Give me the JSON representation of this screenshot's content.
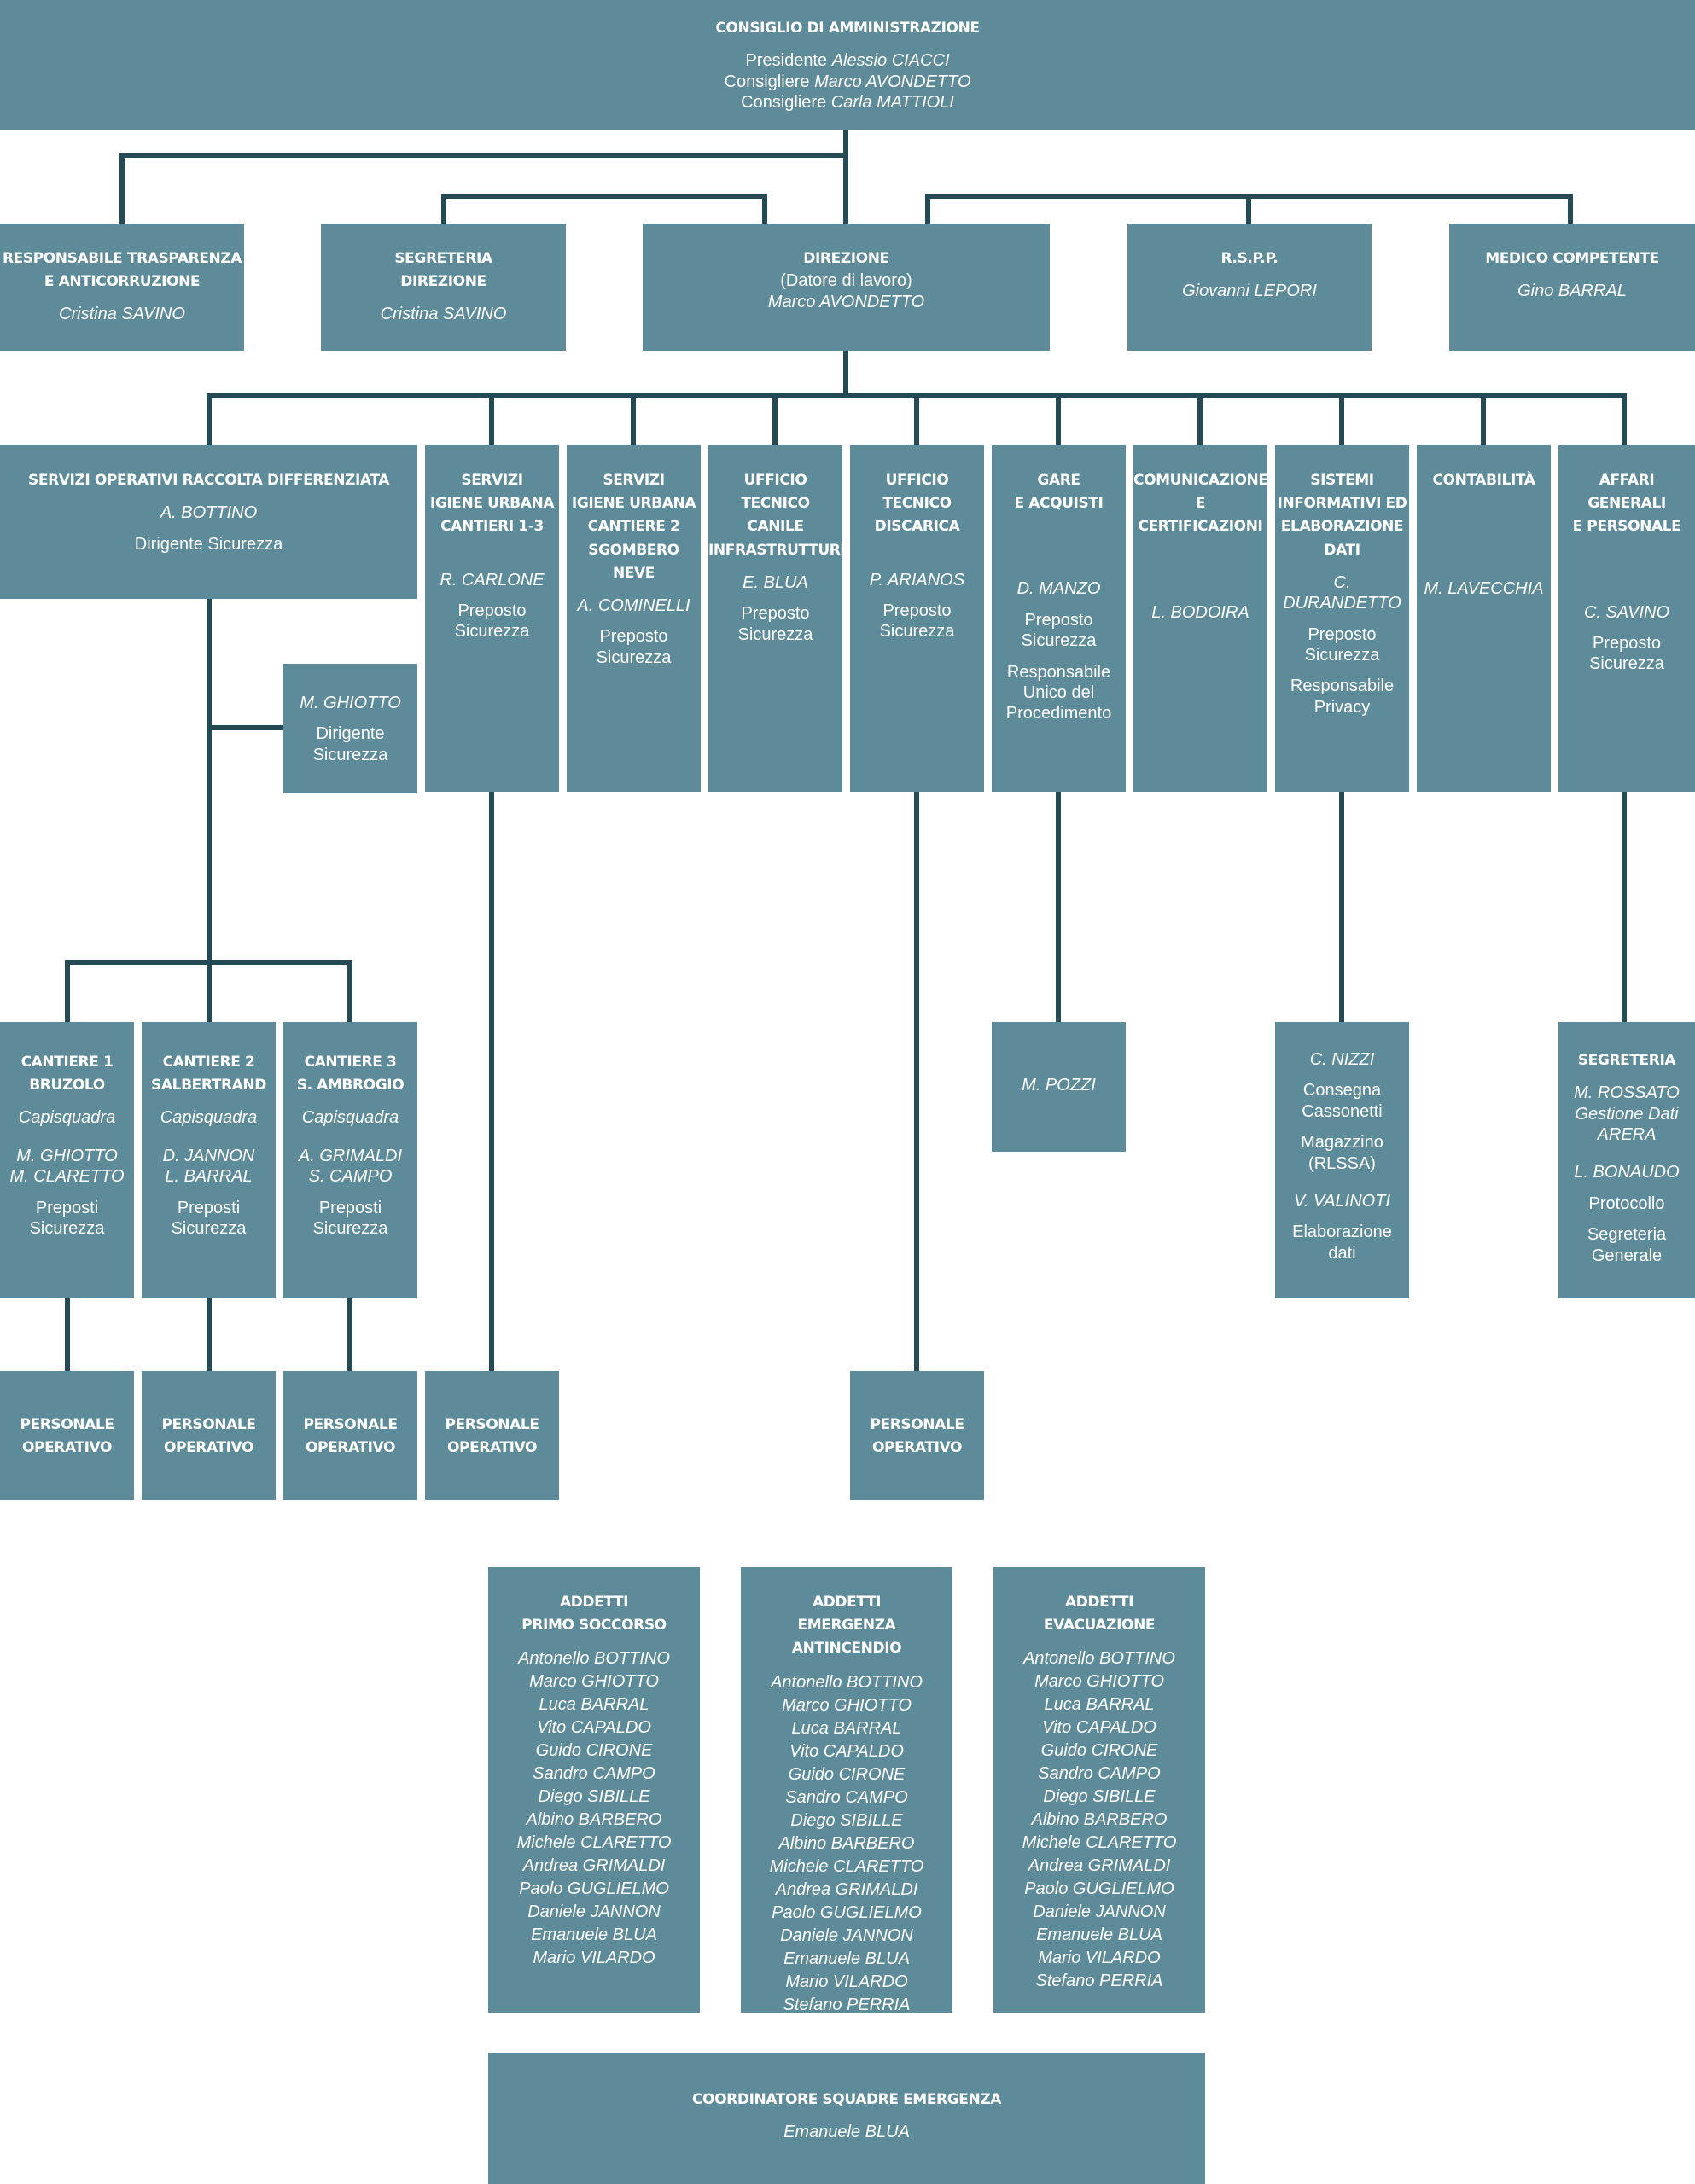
{
  "board": {
    "title": "CONSIGLIO DI AMMINISTRAZIONE",
    "members": [
      {
        "role": "Presidente",
        "name": "Alessio CIACCI"
      },
      {
        "role": "Consigliere",
        "name": "Marco AVONDETTO"
      },
      {
        "role": "Consigliere",
        "name": "Carla MATTIOLI"
      }
    ]
  },
  "staff": {
    "trasparenza": {
      "title": "RESPONSABILE TRASPARENZA\nE ANTICORRUZIONE",
      "name": "Cristina SAVINO"
    },
    "segreteria": {
      "title": "SEGRETERIA\nDIREZIONE",
      "name": "Cristina SAVINO"
    },
    "direzione": {
      "title": "DIREZIONE",
      "subtitle": "(Datore di lavoro)",
      "name": "Marco AVONDETTO"
    },
    "rspp": {
      "title": "R.S.P.P.",
      "name": "Giovanni LEPORI"
    },
    "medico": {
      "title": "MEDICO COMPETENTE",
      "name": "Gino BARRAL"
    }
  },
  "departments": {
    "raccolta": {
      "title": "SERVIZI OPERATIVI RACCOLTA DIFFERENZIATA",
      "name": "A. BOTTINO",
      "role": "Dirigente Sicurezza"
    },
    "igiene1": {
      "title": "SERVIZI\nIGIENE URBANA\nCANTIERI 1-3",
      "name": "R. CARLONE",
      "role": "Preposto\nSicurezza"
    },
    "igiene2": {
      "title": "SERVIZI\nIGIENE URBANA\nCANTIERE 2\nSGOMBERO NEVE",
      "name": "A. COMINELLI",
      "role": "Preposto\nSicurezza"
    },
    "canile": {
      "title": "UFFICIO\nTECNICO\nCANILE\nINFRASTRUTTURE",
      "name": "E. BLUA",
      "role": "Preposto\nSicurezza"
    },
    "discarica": {
      "title": "UFFICIO\nTECNICO\nDISCARICA",
      "name": "P. ARIANOS",
      "role": "Preposto\nSicurezza"
    },
    "gare": {
      "title": "GARE\nE ACQUISTI",
      "name": "D. MANZO",
      "role": "Preposto\nSicurezza",
      "role2": "Responsabile\nUnico del\nProcedimento"
    },
    "comunicazione": {
      "title": "COMUNICAZIONE\nE CERTIFICAZIONI",
      "name": "L. BODOIRA"
    },
    "sistemi": {
      "title": "SISTEMI\nINFORMATIVI ED\nELABORAZIONE\nDATI",
      "name": "C. DURANDETTO",
      "role": "Preposto\nSicurezza",
      "role2": "Responsabile\nPrivacy"
    },
    "contabilita": {
      "title": "CONTABILITÀ",
      "name": "M. LAVECCHIA"
    },
    "affari": {
      "title": "AFFARI GENERALI\nE PERSONALE",
      "name": "C. SAVINO",
      "role": "Preposto\nSicurezza"
    }
  },
  "ghiotto": {
    "name": "M. GHIOTTO",
    "role": "Dirigente\nSicurezza"
  },
  "cantieri": [
    {
      "title": "CANTIERE 1\nBRUZOLO",
      "label": "Capisquadra",
      "names": "M. GHIOTTO\nM. CLARETTO",
      "role": "Preposti\nSicurezza"
    },
    {
      "title": "CANTIERE 2\nSALBERTRAND",
      "label": "Capisquadra",
      "names": "D. JANNON\nL. BARRAL",
      "role": "Preposti\nSicurezza"
    },
    {
      "title": "CANTIERE 3\nS. AMBROGIO",
      "label": "Capisquadra",
      "names": "A. GRIMALDI\nS. CAMPO",
      "role": "Preposti\nSicurezza"
    }
  ],
  "pozzi": {
    "name": "M. POZZI"
  },
  "nizzi": {
    "name": "C. NIZZI",
    "role": "Consegna\nCassonetti",
    "role2": "Magazzino\n(RLSSA)",
    "name2": "V. VALINOTI",
    "role3": "Elaborazione\ndati"
  },
  "segreteria_ag": {
    "title": "SEGRETERIA",
    "name": "M. ROSSATO",
    "name_sub": "Gestione Dati\nARERA",
    "name2": "L. BONAUDO",
    "role": "Protocollo",
    "role2": "Segreteria\nGenerale"
  },
  "personale": {
    "title": "PERSONALE\nOPERATIVO"
  },
  "emergency": {
    "primo_soccorso": {
      "title": "ADDETTI\nPRIMO SOCCORSO",
      "names": [
        "Antonello BOTTINO",
        "Marco GHIOTTO",
        "Luca BARRAL",
        "Vito CAPALDO",
        "Guido CIRONE",
        "Sandro CAMPO",
        "Diego SIBILLE",
        "Albino BARBERO",
        "Michele CLARETTO",
        "Andrea GRIMALDI",
        "Paolo GUGLIELMO",
        "Daniele JANNON",
        "Emanuele BLUA",
        "Mario VILARDO"
      ]
    },
    "antincendio": {
      "title": "ADDETTI\nEMERGENZA ANTINCENDIO",
      "names": [
        "Antonello BOTTINO",
        "Marco GHIOTTO",
        "Luca BARRAL",
        "Vito CAPALDO",
        "Guido CIRONE",
        "Sandro CAMPO",
        "Diego SIBILLE",
        "Albino BARBERO",
        "Michele CLARETTO",
        "Andrea GRIMALDI",
        "Paolo GUGLIELMO",
        "Daniele JANNON",
        "Emanuele BLUA",
        "Mario VILARDO",
        "Stefano PERRIA"
      ]
    },
    "evacuazione": {
      "title": "ADDETTI\nEVACUAZIONE",
      "names": [
        "Antonello BOTTINO",
        "Marco GHIOTTO",
        "Luca BARRAL",
        "Vito CAPALDO",
        "Guido CIRONE",
        "Sandro CAMPO",
        "Diego SIBILLE",
        "Albino BARBERO",
        "Michele CLARETTO",
        "Andrea GRIMALDI",
        "Paolo GUGLIELMO",
        "Daniele JANNON",
        "Emanuele BLUA",
        "Mario VILARDO",
        "Stefano PERRIA"
      ]
    },
    "coordinatore": {
      "title": "COORDINATORE SQUADRE EMERGENZA",
      "name": "Emanuele BLUA"
    }
  }
}
